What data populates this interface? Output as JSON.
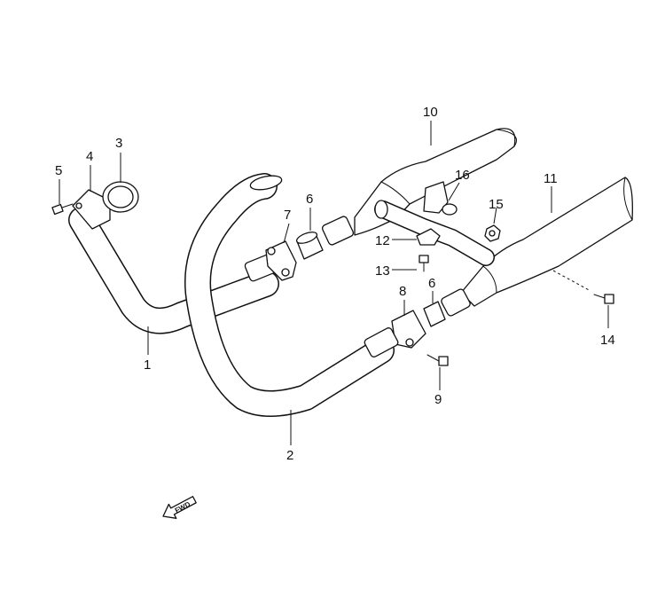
{
  "diagram": {
    "callouts": [
      {
        "id": "c1",
        "label": "1"
      },
      {
        "id": "c2",
        "label": "2"
      },
      {
        "id": "c3",
        "label": "3"
      },
      {
        "id": "c4",
        "label": "4"
      },
      {
        "id": "c5",
        "label": "5"
      },
      {
        "id": "c6a",
        "label": "6"
      },
      {
        "id": "c6b",
        "label": "6"
      },
      {
        "id": "c7",
        "label": "7"
      },
      {
        "id": "c8",
        "label": "8"
      },
      {
        "id": "c9",
        "label": "9"
      },
      {
        "id": "c10",
        "label": "10"
      },
      {
        "id": "c11",
        "label": "11"
      },
      {
        "id": "c12",
        "label": "12"
      },
      {
        "id": "c13",
        "label": "13"
      },
      {
        "id": "c14",
        "label": "14"
      },
      {
        "id": "c15",
        "label": "15"
      },
      {
        "id": "c16",
        "label": "16"
      }
    ],
    "direction_arrow": {
      "label": "FWD"
    }
  }
}
